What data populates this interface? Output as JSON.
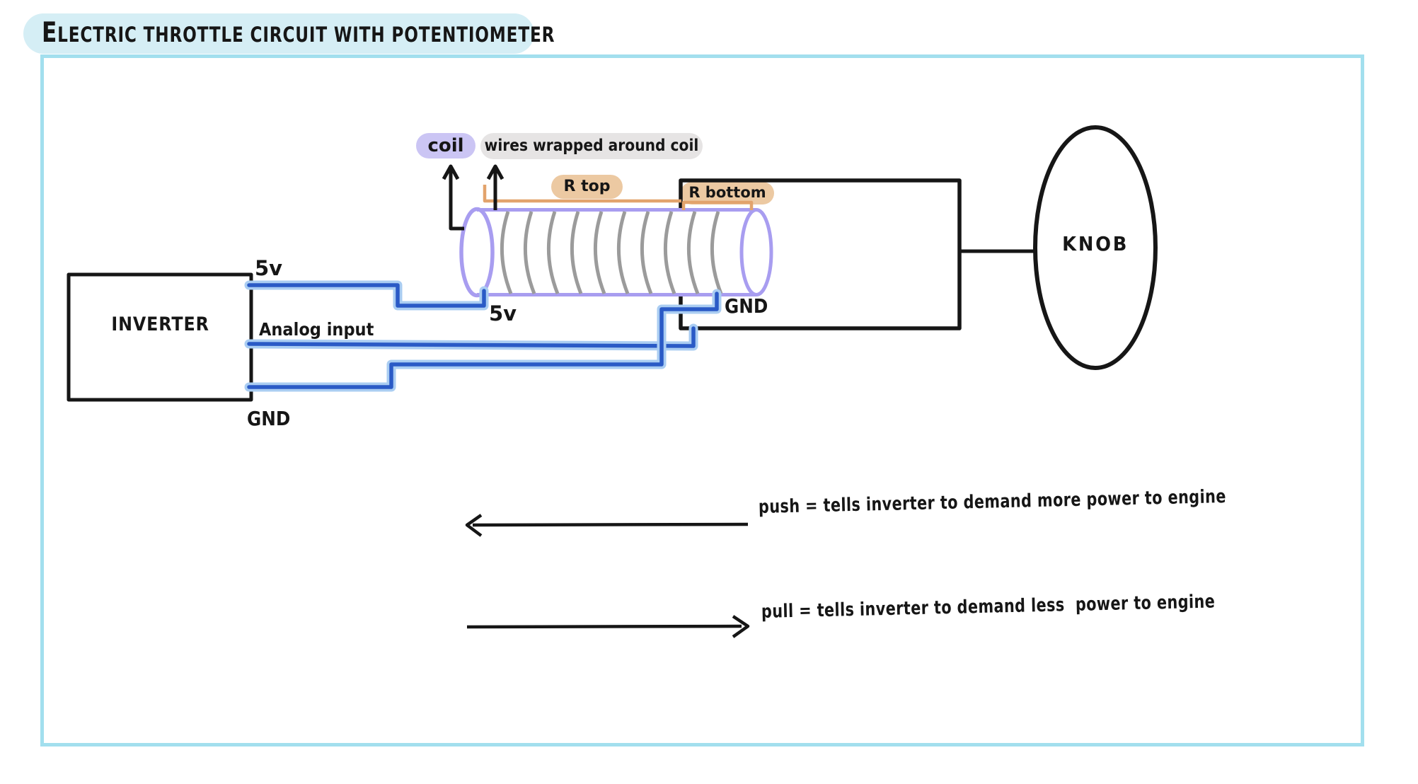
{
  "title": "ELECTRIC THROTTLE CIRCUIT WITH POTENTIOMETER",
  "components": {
    "inverter": "INVERTER",
    "knob": "KNOB"
  },
  "coil": {
    "label": "coil",
    "wires_note": "wires wrapped around coil",
    "r_top": "R top",
    "r_bottom": "R bottom"
  },
  "pins": {
    "five_v_inverter": "5v",
    "analog_input": "Analog input",
    "gnd_inverter": "GND",
    "five_v_coil": "5v",
    "gnd_coil": "GND"
  },
  "annotations": {
    "push": "push = tells inverter to demand more power to engine",
    "pull": "pull = tells inverter to demand less  power to engine"
  },
  "colors": {
    "frame": "#a2dfee",
    "title_highlight": "#d5eef5",
    "ink": "#161616",
    "coil_outline": "#a89df0",
    "winding": "#9b9b9b",
    "coil_label_highlight": "#cbc5f4",
    "note_highlight": "#e6e4e4",
    "resistor_wire": "#e2a36c",
    "resistor_highlight": "#ecc9a2",
    "wire_core": "#2a5ac6",
    "wire_halo": "#aacdf2"
  }
}
